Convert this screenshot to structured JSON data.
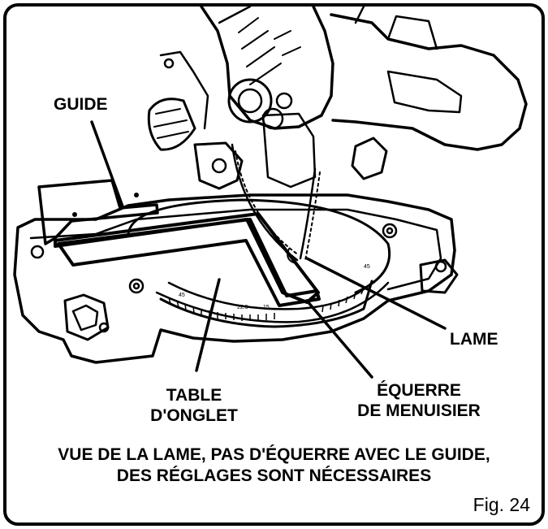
{
  "labels": {
    "guide": "GUIDE",
    "lame": "LAME",
    "table_line1": "TABLE",
    "table_line2": "D'ONGLET",
    "equerre_line1": "ÉQUERRE",
    "equerre_line2": "DE MENUISIER"
  },
  "caption": {
    "line1": "VUE DE LA LAME, PAS D'ÉQUERRE AVEC LE GUIDE,",
    "line2": "DES RÉGLAGES SONT NÉCESSAIRES"
  },
  "figure_number": "Fig. 24",
  "scale_marks": {
    "left": "45",
    "mid1": "22.5",
    "mid2": "15",
    "right": "45"
  }
}
